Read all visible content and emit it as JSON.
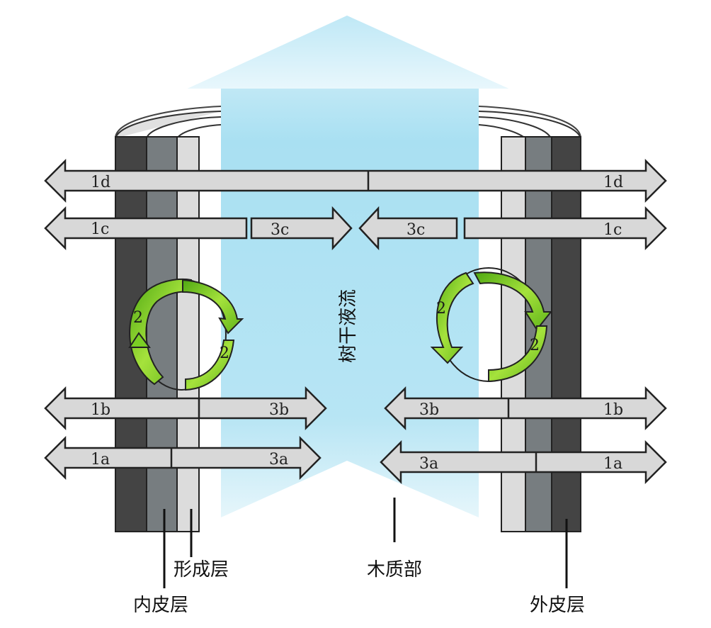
{
  "colors": {
    "sap_flow": "#a9e0f2",
    "outer_bark": "#444444",
    "inner_bark": "#777d80",
    "cambium": "#d9d9d9",
    "xylem_band": "#cdcdcd",
    "arrow_fill": "#d8d8d8",
    "cycle_arrow": "#8ed62a"
  },
  "sap_flow_label": "树干液流",
  "labels": {
    "cambium": "形成层",
    "inner_bark": "内皮层",
    "xylem": "木质部",
    "outer_bark": "外皮层"
  },
  "arrows": {
    "1d_left": "1d",
    "1d_right": "1d",
    "1c_left": "1c",
    "3c_left": "3c",
    "3c_right": "3c",
    "1c_right": "1c",
    "1b_left": "1b",
    "3b_left": "3b",
    "3b_right": "3b",
    "1b_right": "1b",
    "1a_left": "1a",
    "3a_left": "3a",
    "3a_right": "3a",
    "1a_right": "1a"
  },
  "cycles": {
    "left_top": "2",
    "left_bottom": "2",
    "right_top": "2",
    "right_bottom": "2"
  },
  "icons": {
    "cycle": "circular-arrow-icon",
    "flow": "up-arrow-icon",
    "transport": "double-arrow-icon"
  }
}
